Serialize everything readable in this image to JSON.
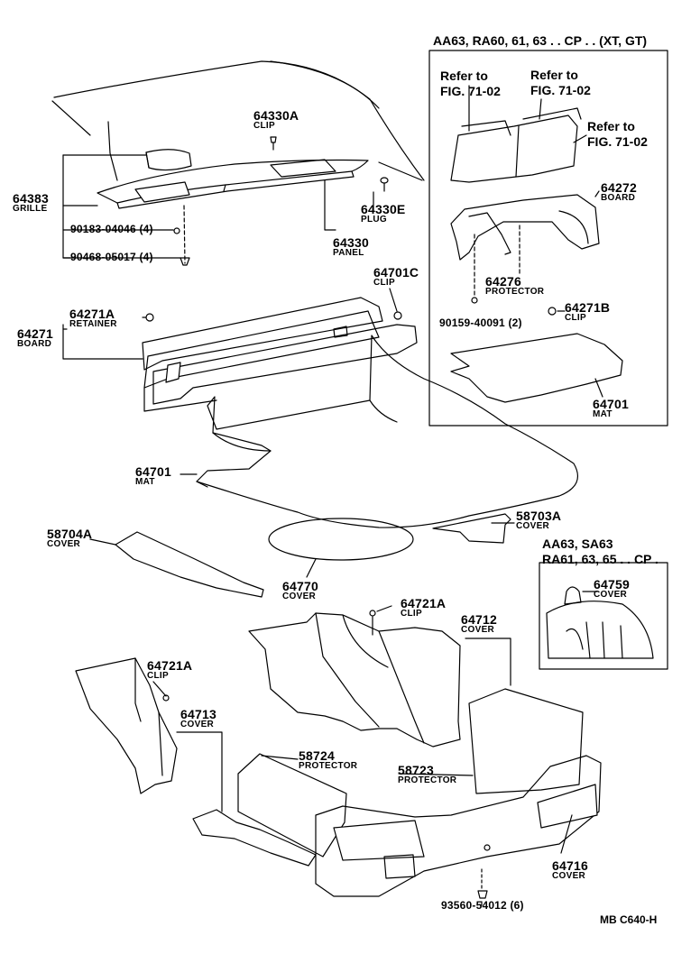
{
  "inset_top": {
    "title": "AA63, RA60, 61, 63 . . CP . . (XT, GT)",
    "refs": [
      "Refer to\nFIG. 71-02",
      "Refer to\nFIG. 71-02",
      "Refer to\nFIG. 71-02"
    ]
  },
  "inset_bottom": {
    "title_line1": "AA63, SA63",
    "title_line2": "RA61, 63, 65 . . CP ."
  },
  "parts": {
    "p64330A": {
      "number": "64330A",
      "name": "CLIP"
    },
    "p64383": {
      "number": "64383",
      "name": "GRILLE"
    },
    "p90183": {
      "number": "90183-04046 (4)"
    },
    "p90468": {
      "number": "90468-05017 (4)"
    },
    "p64330E": {
      "number": "64330E",
      "name": "PLUG"
    },
    "p64330": {
      "number": "64330",
      "name": "PANEL"
    },
    "p64701C": {
      "number": "64701C",
      "name": "CLIP"
    },
    "p64271A": {
      "number": "64271A",
      "name": "RETAINER"
    },
    "p64271": {
      "number": "64271",
      "name": "BOARD"
    },
    "p64701": {
      "number": "64701",
      "name": "MAT"
    },
    "p58704A": {
      "number": "58704A",
      "name": "COVER"
    },
    "p58703A": {
      "number": "58703A",
      "name": "COVER"
    },
    "p64770": {
      "number": "64770",
      "name": "COVER"
    },
    "p64272": {
      "number": "64272",
      "name": "BOARD"
    },
    "p64276": {
      "number": "64276",
      "name": "PROTECTOR"
    },
    "p90159": {
      "number": "90159-40091 (2)"
    },
    "p64271B": {
      "number": "64271B",
      "name": "CLIP"
    },
    "p64701_inset": {
      "number": "64701",
      "name": "MAT"
    },
    "p64759": {
      "number": "64759",
      "name": "COVER"
    },
    "p64721A_1": {
      "number": "64721A",
      "name": "CLIP"
    },
    "p64712": {
      "number": "64712",
      "name": "COVER"
    },
    "p64721A_2": {
      "number": "64721A",
      "name": "CLIP"
    },
    "p64713": {
      "number": "64713",
      "name": "COVER"
    },
    "p58724": {
      "number": "58724",
      "name": "PROTECTOR"
    },
    "p58723": {
      "number": "58723",
      "name": "PROTECTOR"
    },
    "p64716": {
      "number": "64716",
      "name": "COVER"
    },
    "p93560": {
      "number": "93560-54012 (6)"
    }
  },
  "caption": "MB  C640-H"
}
